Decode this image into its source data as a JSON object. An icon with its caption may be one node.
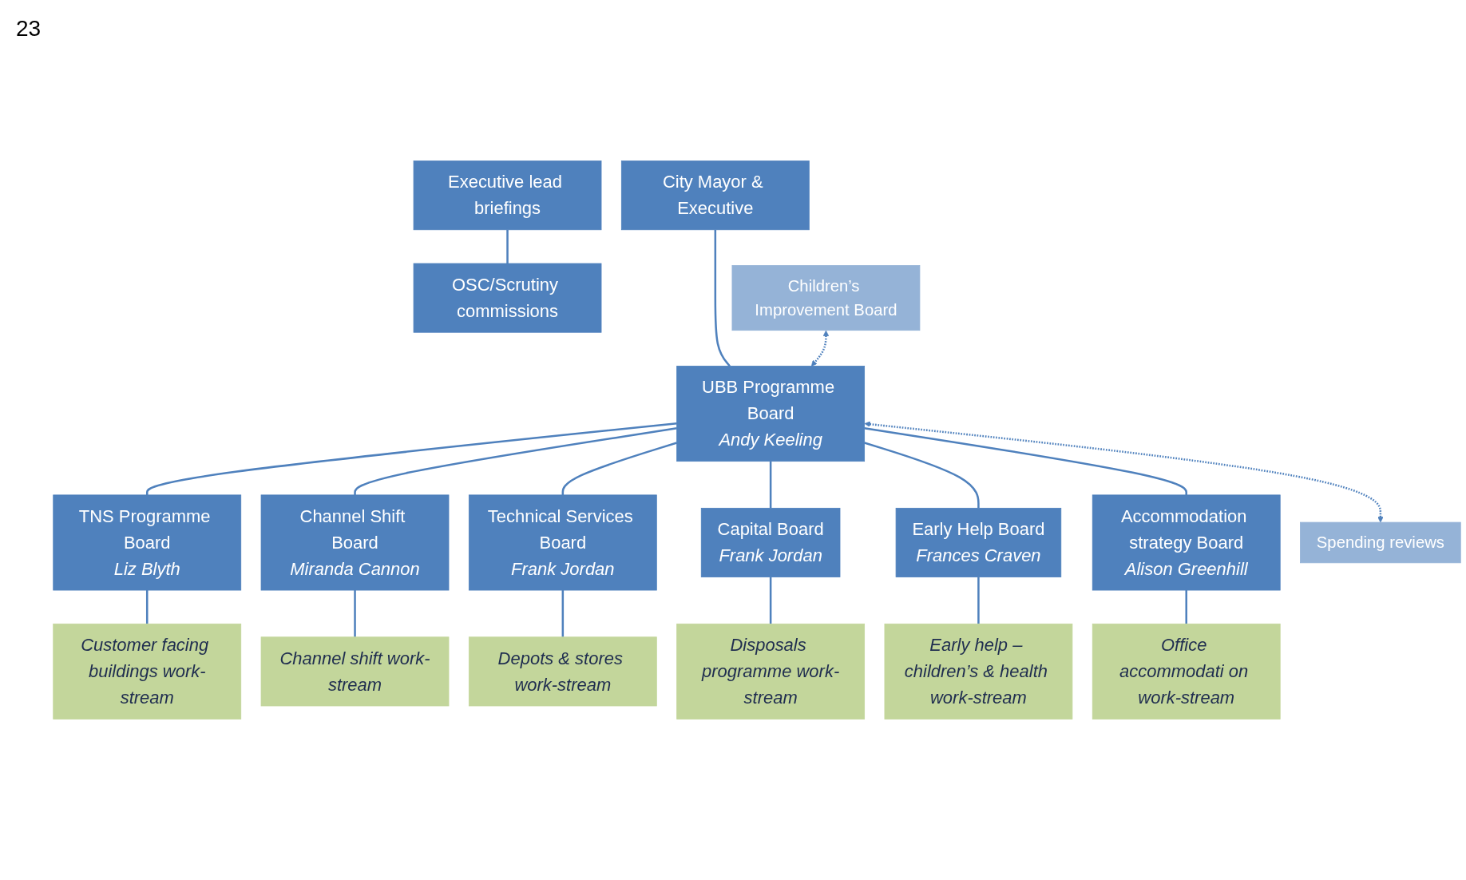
{
  "diagram": {
    "nodes": [
      {
        "text": [
          "City Mayor & Executive"
        ]
      },
      {
        "text": [
          "Executive lead briefings"
        ]
      },
      {
        "text": [
          "OSC/Scrutiny commissions"
        ]
      },
      {
        "text": [
          "UBB Programme Board",
          "Andy Keeling"
        ]
      },
      {
        "text": [
          "Children’s Improvement Board"
        ]
      },
      {
        "text": [
          "Spending reviews"
        ]
      },
      {
        "text": [
          "TNS Programme Board",
          "Liz Blyth"
        ]
      },
      {
        "text": [
          "Channel Shift Board",
          "Miranda Cannon"
        ]
      },
      {
        "text": [
          "Technical Services Board",
          "Frank Jordan"
        ]
      },
      {
        "text": [
          "Capital Board",
          "Frank Jordan"
        ]
      },
      {
        "text": [
          "Early Help Board",
          "Frances Craven"
        ]
      },
      {
        "text": [
          "Accommodation strategy Board",
          "Alison Greenhill"
        ]
      },
      {
        "text": [
          "Customer facing buildings work-stream"
        ]
      },
      {
        "text": [
          "Channel shift work-stream"
        ]
      },
      {
        "text": [
          "Depots & stores work-stream"
        ]
      },
      {
        "text": [
          "Disposals programme work-stream"
        ]
      },
      {
        "text": [
          "Early help – children’s & health work-stream"
        ]
      },
      {
        "text": [
          "Office accommodati on work-stream"
        ]
      }
    ],
    "edges": [
      {
        "from": 0,
        "to": 3,
        "arrow": "none"
      },
      {
        "from": 1,
        "to": 2,
        "arrow": "none"
      },
      {
        "from": 4,
        "to": 3,
        "arrow": "both",
        "style": "dashed"
      },
      {
        "from": 3,
        "to": 5,
        "arrow": "both",
        "style": "dashed"
      },
      {
        "from": 3,
        "to": 6,
        "arrow": "none"
      },
      {
        "from": 3,
        "to": 7,
        "arrow": "none"
      },
      {
        "from": 3,
        "to": 8,
        "arrow": "none"
      },
      {
        "from": 3,
        "to": 9,
        "arrow": "none"
      },
      {
        "from": 3,
        "to": 10,
        "arrow": "none"
      },
      {
        "from": 3,
        "to": 11,
        "arrow": "none"
      },
      {
        "from": 6,
        "to": 12,
        "arrow": "none"
      },
      {
        "from": 7,
        "to": 13,
        "arrow": "none"
      },
      {
        "from": 8,
        "to": 14,
        "arrow": "none"
      },
      {
        "from": 9,
        "to": 15,
        "arrow": "none"
      },
      {
        "from": 10,
        "to": 16,
        "arrow": "none"
      },
      {
        "from": 11,
        "to": 17,
        "arrow": "none"
      }
    ],
    "labels": [
      "23"
    ]
  }
}
